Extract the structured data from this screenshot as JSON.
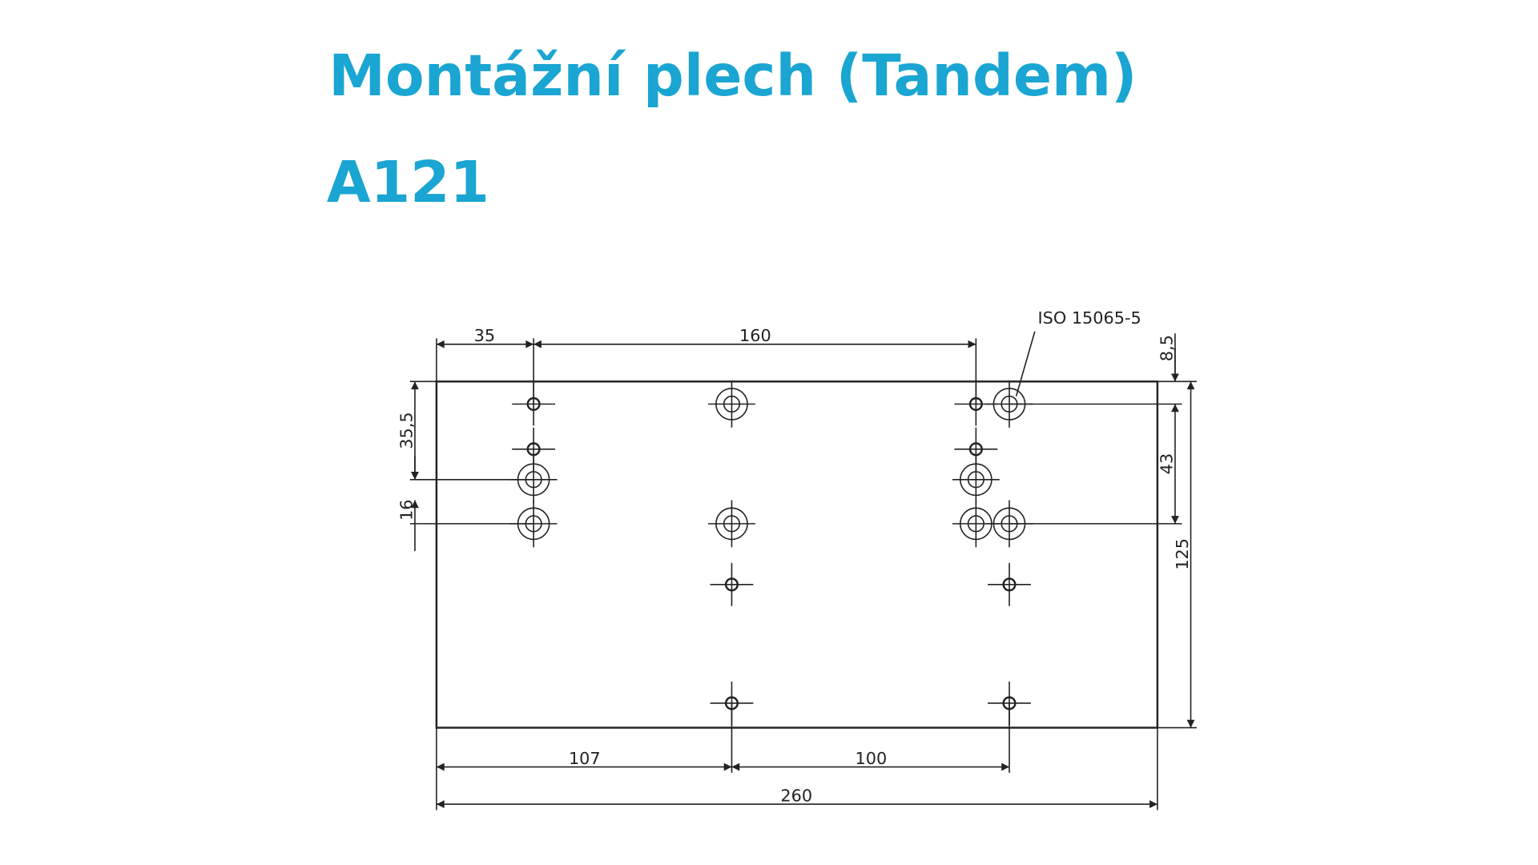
{
  "title": "Montážní plech (Tandem)",
  "model": "A121",
  "drawing": {
    "standard_label": "ISO 15065-5",
    "dimensions": {
      "top_left": "35",
      "top_middle": "160",
      "top_right_offset": "8,5",
      "left_upper": "35,5",
      "left_lower": "16",
      "right_inner": "43",
      "right_height": "125",
      "bottom_left": "107",
      "bottom_right": "100",
      "total_width": "260"
    }
  }
}
